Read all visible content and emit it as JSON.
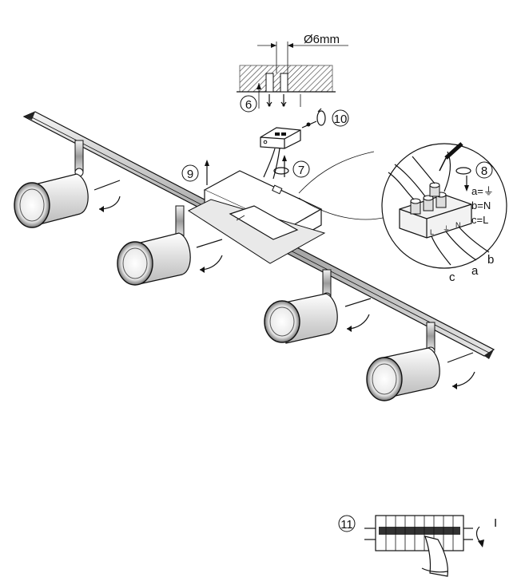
{
  "drill": {
    "diameter": "Ø6mm"
  },
  "steps": {
    "s6": "6",
    "s7": "7",
    "s8": "8",
    "s9": "9",
    "s10": "10",
    "s11": "11"
  },
  "wiring": {
    "legend": [
      "a=⏚",
      "b=N",
      "c=L"
    ],
    "wire_labels": [
      "c",
      "a",
      "b"
    ],
    "terminal_marks": [
      "L",
      "⏚",
      "N"
    ]
  },
  "breaker": {
    "switch_label": "I"
  }
}
